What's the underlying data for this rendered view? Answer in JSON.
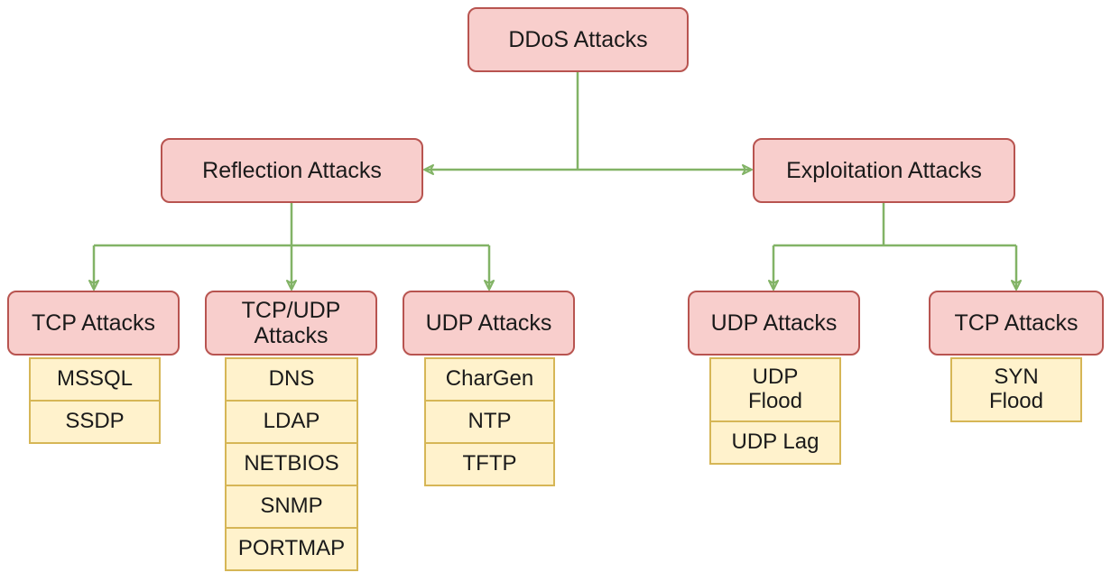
{
  "root": {
    "label": "DDoS Attacks"
  },
  "reflection": {
    "label": "Reflection Attacks",
    "groups": [
      {
        "label": "TCP Attacks",
        "items": [
          "MSSQL",
          "SSDP"
        ]
      },
      {
        "label": "TCP/UDP\nAttacks",
        "items": [
          "DNS",
          "LDAP",
          "NETBIOS",
          "SNMP",
          "PORTMAP"
        ]
      },
      {
        "label": "UDP Attacks",
        "items": [
          "CharGen",
          "NTP",
          "TFTP"
        ]
      }
    ]
  },
  "exploitation": {
    "label": "Exploitation Attacks",
    "groups": [
      {
        "label": "UDP Attacks",
        "items": [
          "UDP\nFlood",
          "UDP Lag"
        ]
      },
      {
        "label": "TCP Attacks",
        "items": [
          "SYN\nFlood"
        ]
      }
    ]
  },
  "colors": {
    "category_fill": "#f8cecc",
    "category_stroke": "#b85450",
    "leaf_fill": "#fff2cc",
    "leaf_stroke": "#d6b656",
    "edge": "#82b366"
  }
}
